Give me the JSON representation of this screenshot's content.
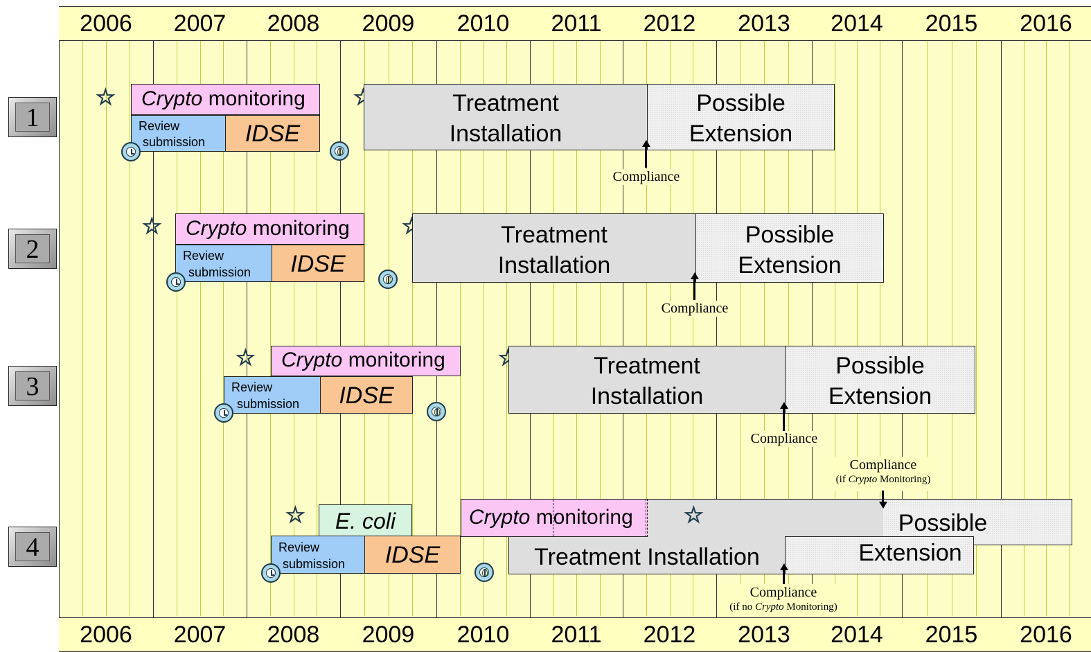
{
  "years": [
    "2006",
    "2007",
    "2008",
    "2009",
    "2010",
    "2011",
    "2012",
    "2013",
    "2014",
    "2015",
    "2016"
  ],
  "rows": [
    {
      "id": "1",
      "crypto_prefix": "Crypto",
      "crypto_suffix": " monitoring",
      "review_line1": "Review",
      "review_line2": "submission",
      "idse": "IDSE",
      "treatment_line1": "Treatment",
      "treatment_line2": "Installation",
      "extension_line1": "Possible",
      "extension_line2": "Extension",
      "compliance": "Compliance"
    },
    {
      "id": "2",
      "crypto_prefix": "Crypto",
      "crypto_suffix": " monitoring",
      "review_line1": "Review",
      "review_line2": "submission",
      "idse": "IDSE",
      "treatment_line1": "Treatment",
      "treatment_line2": "Installation",
      "extension_line1": "Possible",
      "extension_line2": "Extension",
      "compliance": "Compliance"
    },
    {
      "id": "3",
      "crypto_prefix": "Crypto",
      "crypto_suffix": " monitoring",
      "review_line1": "Review",
      "review_line2": "submission",
      "idse": "IDSE",
      "treatment_line1": "Treatment",
      "treatment_line2": "Installation",
      "extension_line1": "Possible",
      "extension_line2": "Extension",
      "compliance": "Compliance"
    },
    {
      "id": "4",
      "ecoli": "E. coli",
      "crypto_prefix": "Crypto",
      "crypto_suffix": " monitoring",
      "review_line1": "Review",
      "review_line2": "submission",
      "idse": "IDSE",
      "treatment": "Treatment Installation",
      "extension_line1": "Possible",
      "extension_line2": "Extension",
      "compliance_top": "Compliance",
      "compliance_top_note_pre": "(if ",
      "compliance_top_note_it": "Crypto",
      "compliance_top_note_post": " Monitoring)",
      "compliance_bottom": "Compliance",
      "compliance_bottom_note_pre": "(if no ",
      "compliance_bottom_note_it": "Crypto",
      "compliance_bottom_note_post": " Monitoring)"
    }
  ],
  "colors": {
    "background": "#fdfdc8",
    "quarter_line": "#b7d637",
    "crypto": "#fcc6f4",
    "review": "#9fcdf7",
    "idse": "#f9c592",
    "ecoli": "#d6f4df",
    "treatment": "#dedede",
    "extension": "#f0f0f0"
  },
  "icons": {
    "start": "star-icon",
    "milestone": "clock-icon"
  }
}
